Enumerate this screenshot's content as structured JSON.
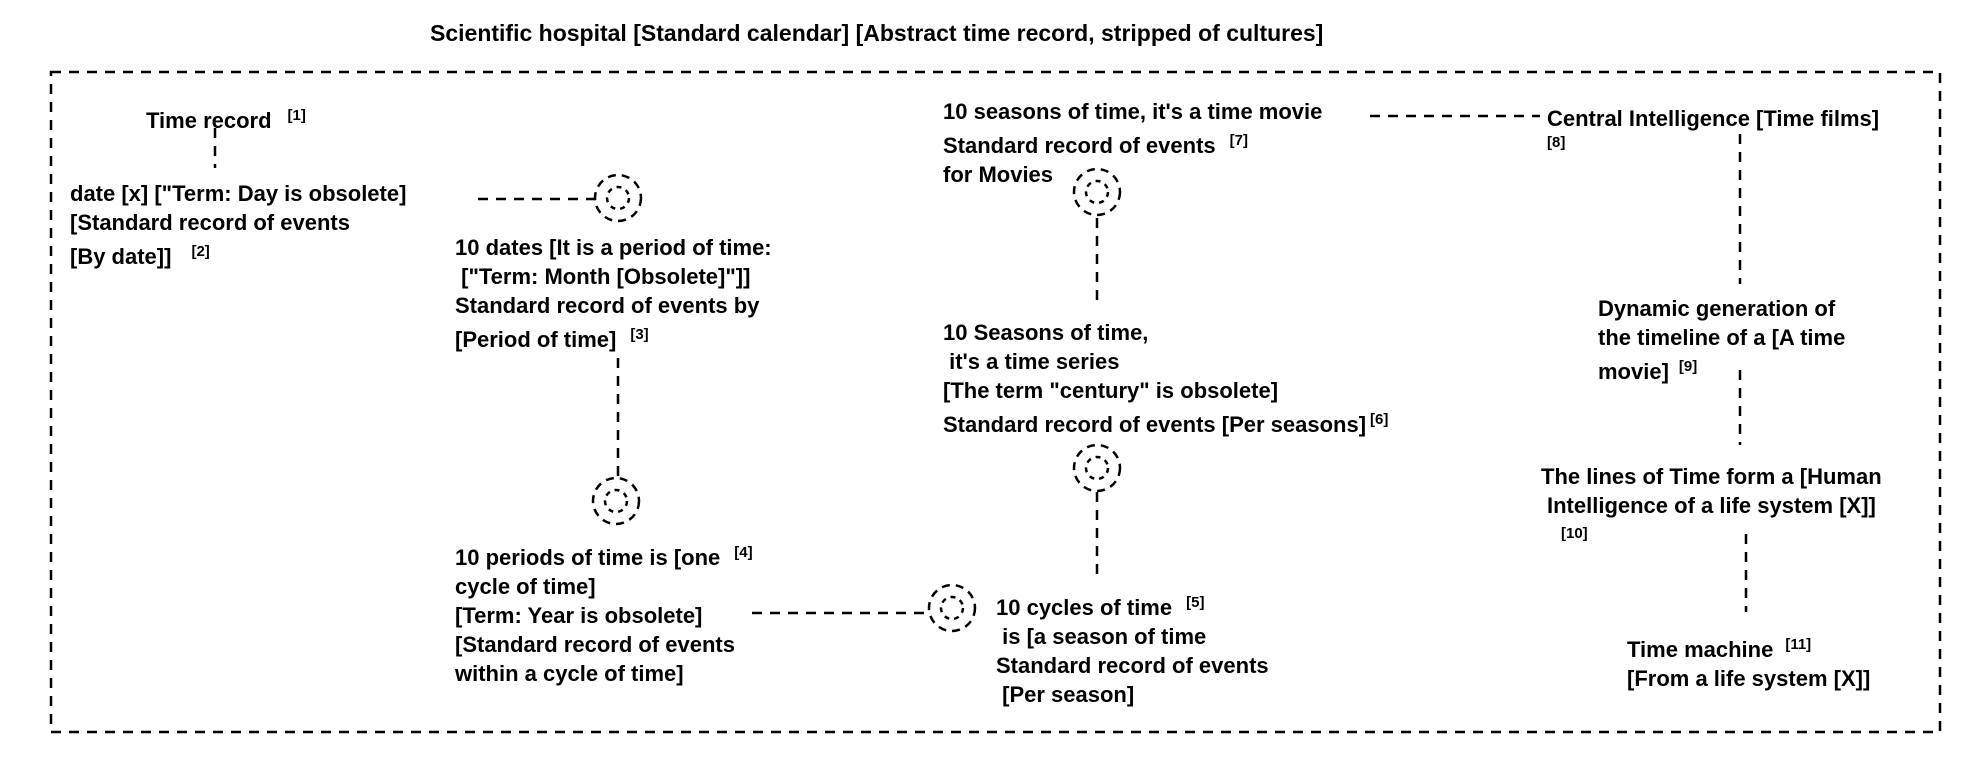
{
  "title": "Scientific hospital [Standard calendar] [Abstract time record, stripped of cultures]",
  "nodes": {
    "n1": {
      "lines": [
        "Time record"
      ],
      "ref": "[1]"
    },
    "n2": {
      "lines": [
        "date [x] [\"Term: Day is obsolete]",
        "[Standard record of events",
        "[By date]]"
      ],
      "ref": "[2]"
    },
    "n3": {
      "lines": [
        "10 dates [It is a period of time:",
        " [\"Term: Month [Obsolete]\"]]",
        "Standard record of events by",
        "[Period of time]"
      ],
      "ref": "[3]"
    },
    "n4": {
      "lines": [
        "10 periods of time is [one",
        "cycle of time]",
        "[Term: Year is obsolete]",
        "[Standard record of events",
        "within a cycle of time]"
      ],
      "ref": "[4]"
    },
    "n5": {
      "lines": [
        "10 cycles of time",
        " is [a season of time",
        "Standard record of events",
        " [Per season]"
      ],
      "ref": "[5]"
    },
    "n6": {
      "lines": [
        "10 Seasons of time,",
        " it's a time series",
        "[The term \"century\" is obsolete]",
        "Standard record of events [Per seasons]"
      ],
      "ref": "[6]"
    },
    "n7": {
      "lines": [
        "10 seasons of time, it's a time movie",
        "Standard record of events",
        "for Movies"
      ],
      "ref": "[7]"
    },
    "n8": {
      "lines": [
        "Central Intelligence [Time films]"
      ],
      "ref": "[8]"
    },
    "n9": {
      "lines": [
        "Dynamic generation of",
        "the timeline of a [A time",
        "movie]"
      ],
      "ref": "[9]"
    },
    "n10": {
      "lines": [
        "The lines of Time form a [Human",
        "Intelligence of a life system [X]]"
      ],
      "ref": "[10]"
    },
    "n11": {
      "lines": [
        "Time machine",
        "[From a life system [X]]"
      ],
      "ref": "[11]"
    }
  }
}
